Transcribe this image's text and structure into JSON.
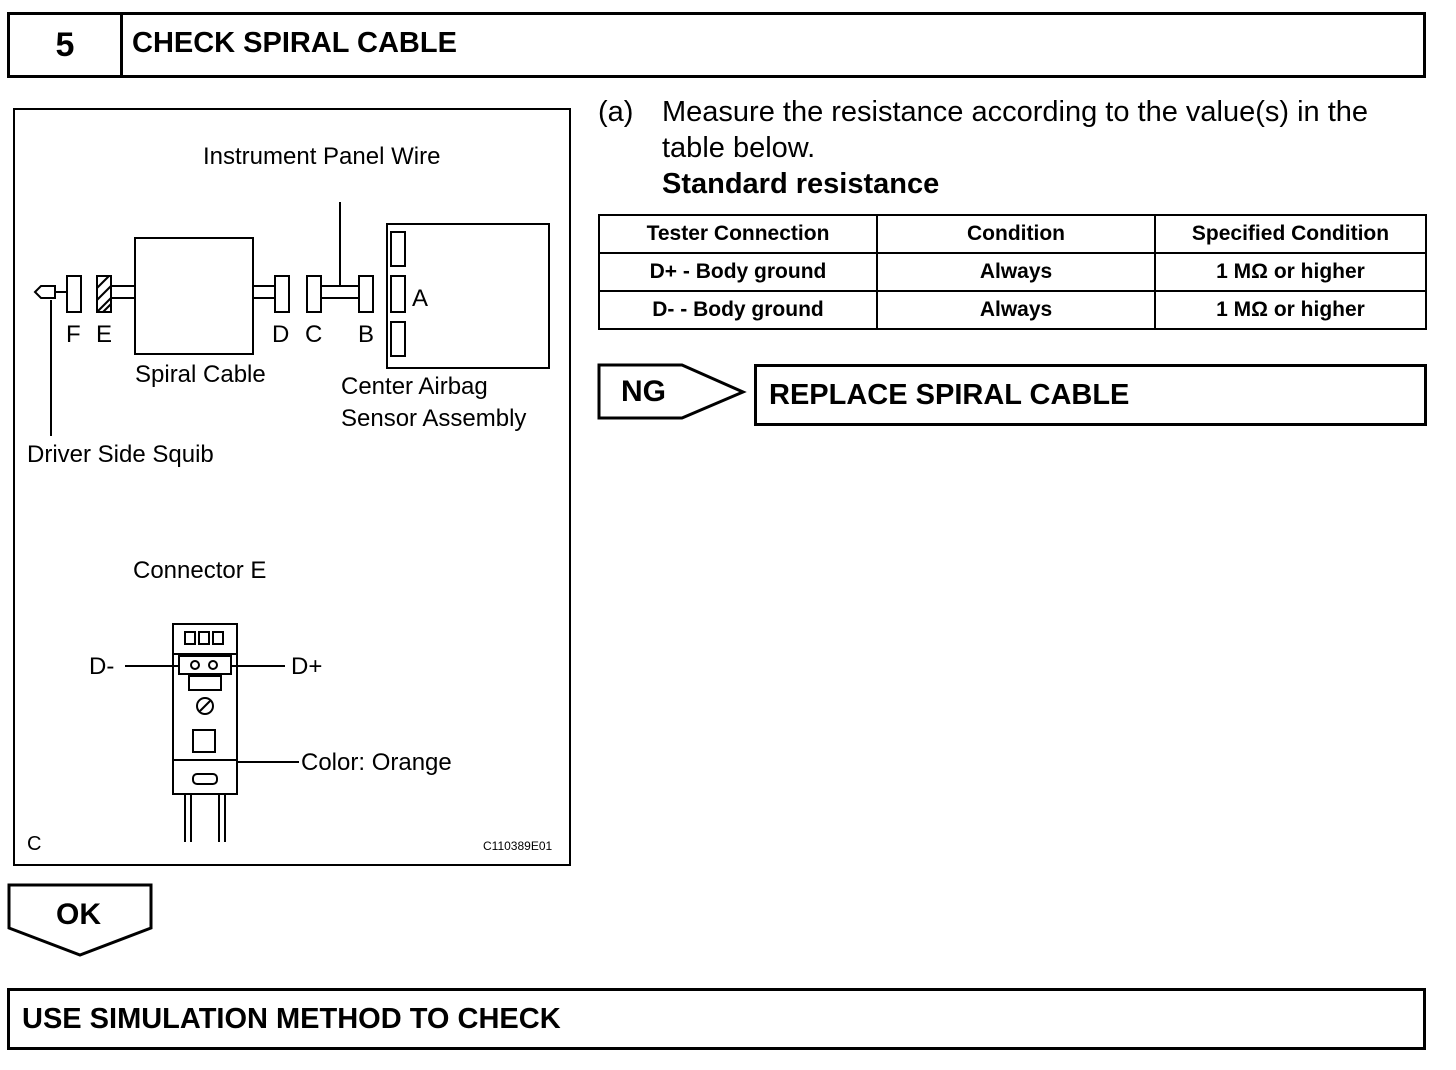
{
  "step": {
    "number": "5",
    "title": "CHECK SPIRAL CABLE"
  },
  "figure": {
    "labels": {
      "instrument_panel_wire": "Instrument Panel Wire",
      "spiral_cable": "Spiral Cable",
      "center_airbag_line1": "Center Airbag",
      "center_airbag_line2": "Sensor Assembly",
      "driver_side_squib": "Driver Side Squib",
      "connector_e": "Connector E",
      "d_minus": "D-",
      "d_plus": "D+",
      "color": "Color: Orange",
      "corner": "C",
      "code": "C110389E01"
    },
    "connector_letters": {
      "F": "F",
      "E": "E",
      "D": "D",
      "C": "C",
      "B": "B",
      "A": "A"
    }
  },
  "instruction": {
    "label": "(a)",
    "line1": "Measure the resistance according to the value(s) in the",
    "line2": "table below.",
    "standard": "Standard resistance"
  },
  "table": {
    "headers": [
      "Tester Connection",
      "Condition",
      "Specified Condition"
    ],
    "rows": [
      [
        "D+ - Body ground",
        "Always",
        "1 MΩ or higher"
      ],
      [
        "D- - Body ground",
        "Always",
        "1 MΩ or higher"
      ]
    ]
  },
  "ng": {
    "label": "NG",
    "result": "REPLACE SPIRAL CABLE"
  },
  "ok": {
    "label": "OK"
  },
  "final": {
    "text": "USE SIMULATION METHOD TO CHECK"
  }
}
